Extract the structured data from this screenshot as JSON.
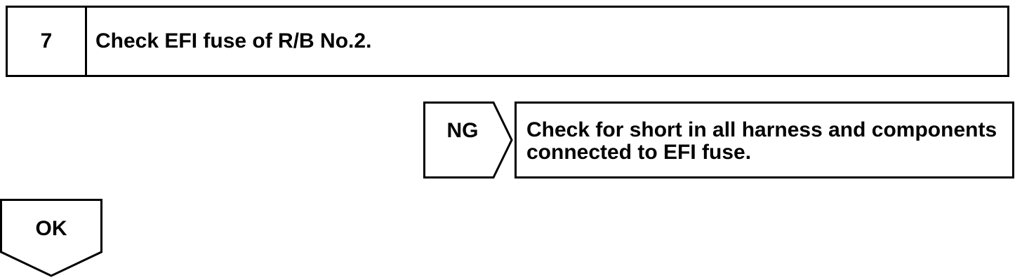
{
  "step": {
    "number": "7",
    "title": "Check EFI fuse of R/B No.2."
  },
  "ng_branch": {
    "label": "NG",
    "result_line1": "Check for short in all harness and components",
    "result_line2": "connected to EFI fuse."
  },
  "ok_branch": {
    "label": "OK"
  }
}
